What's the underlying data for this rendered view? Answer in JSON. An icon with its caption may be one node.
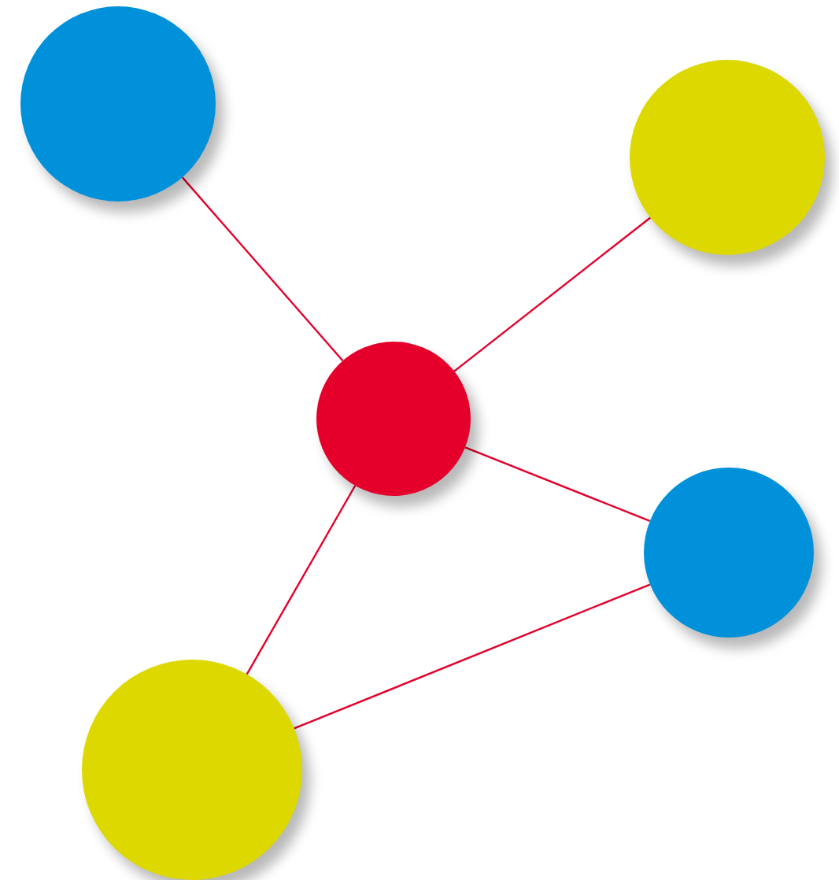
{
  "diagram": {
    "nodes": [
      {
        "text": [],
        "shape": "circle"
      },
      {
        "text": [],
        "shape": "circle"
      },
      {
        "text": [],
        "shape": "circle"
      },
      {
        "text": [],
        "shape": "circle"
      },
      {
        "text": [],
        "shape": "circle"
      }
    ],
    "edges": [
      {
        "from": 0,
        "to": 2,
        "arrow": "none"
      },
      {
        "from": 1,
        "to": 2,
        "arrow": "none"
      },
      {
        "from": 2,
        "to": 3,
        "arrow": "none"
      },
      {
        "from": 2,
        "to": 4,
        "arrow": "none"
      },
      {
        "from": 3,
        "to": 4,
        "arrow": "none"
      }
    ]
  }
}
